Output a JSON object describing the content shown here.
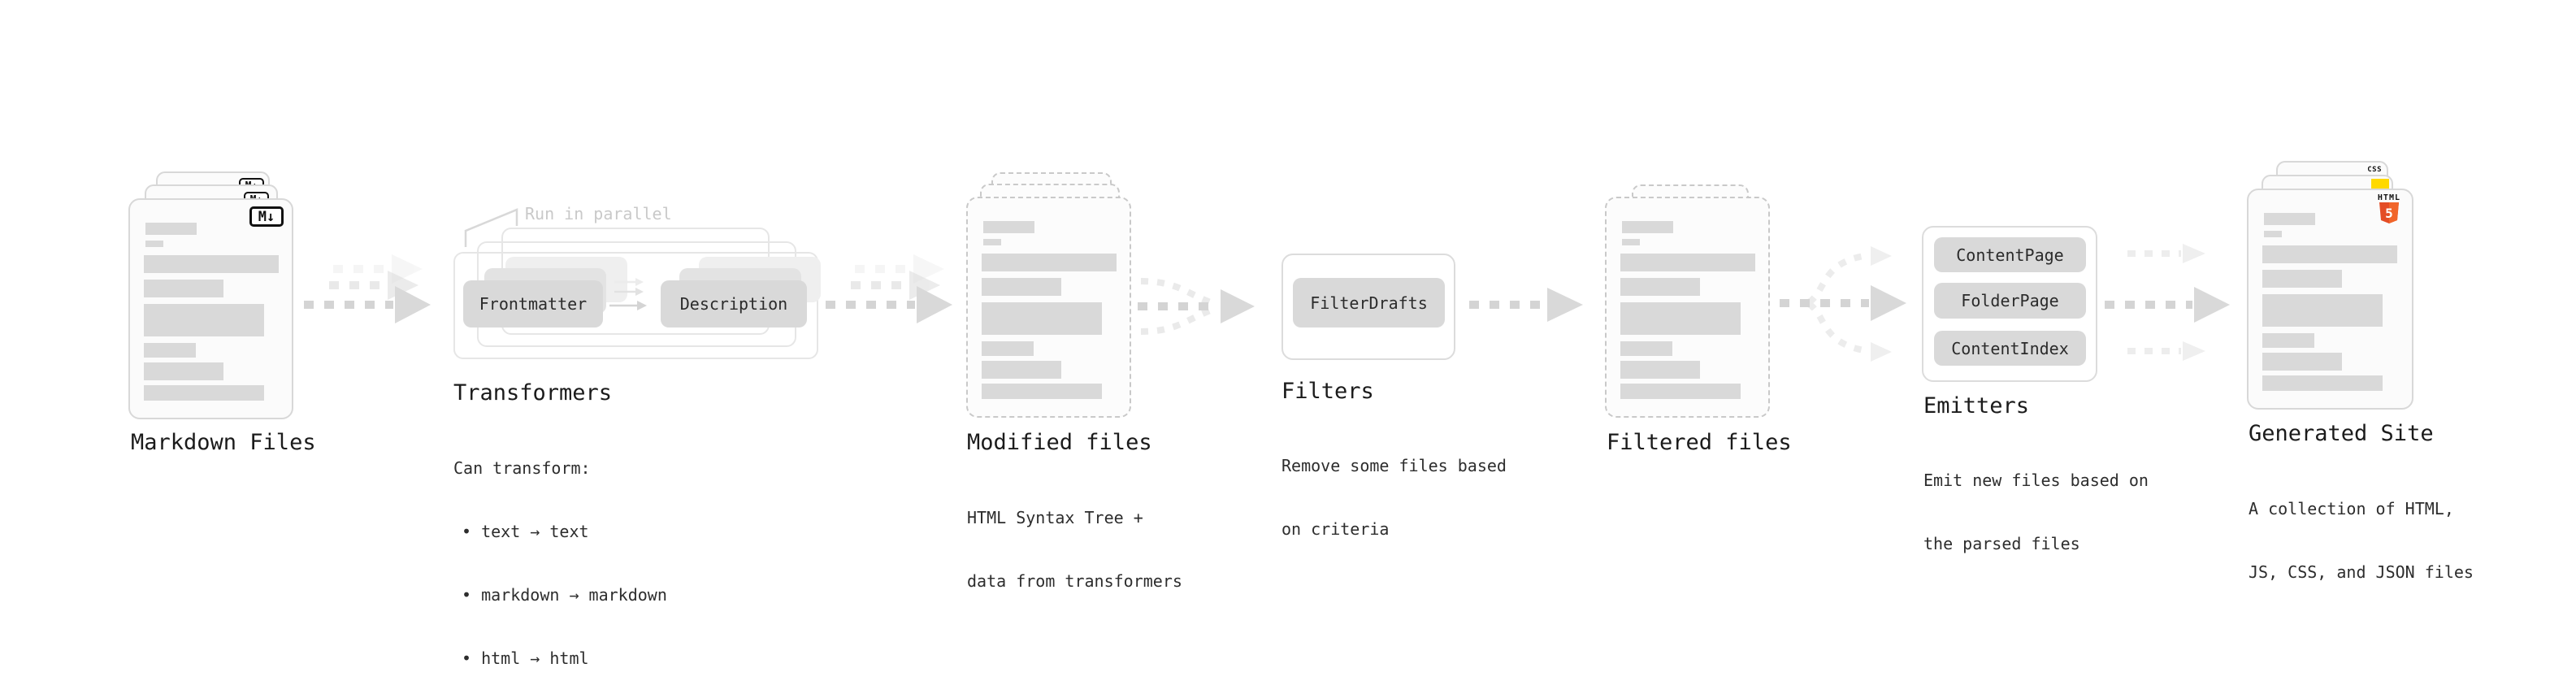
{
  "stages": {
    "markdown_files": {
      "label": "Markdown Files",
      "badge": "M↓"
    },
    "transformers": {
      "label": "Transformers",
      "annotation": "Run in parallel",
      "pills": [
        "Frontmatter",
        "Description"
      ],
      "desc_title": "Can transform:",
      "bullets": [
        "• text → text",
        "• markdown → markdown",
        "• html → html"
      ]
    },
    "modified_files": {
      "label": "Modified files",
      "desc": [
        "HTML Syntax Tree +",
        "data from transformers"
      ]
    },
    "filters": {
      "label": "Filters",
      "pill": "FilterDrafts",
      "desc": [
        "Remove some files based",
        "on criteria"
      ]
    },
    "filtered_files": {
      "label": "Filtered files"
    },
    "emitters": {
      "label": "Emitters",
      "pills": [
        "ContentPage",
        "FolderPage",
        "ContentIndex"
      ],
      "desc": [
        "Emit new files based on",
        "the parsed files"
      ]
    },
    "generated_site": {
      "label": "Generated Site",
      "desc": [
        "A collection of HTML,",
        "JS, CSS, and JSON files"
      ],
      "badges": {
        "css": "CSS",
        "html": "HTML",
        "html_number": "5"
      }
    }
  },
  "colors": {
    "html5_orange": "#e44d26",
    "js_yellow": "#ffd900",
    "css_blue": "#2b63e8",
    "pill_gray": "#d9d9d9",
    "arrow_gray": "#d4d4d4",
    "ghost_gray": "#ededed"
  }
}
